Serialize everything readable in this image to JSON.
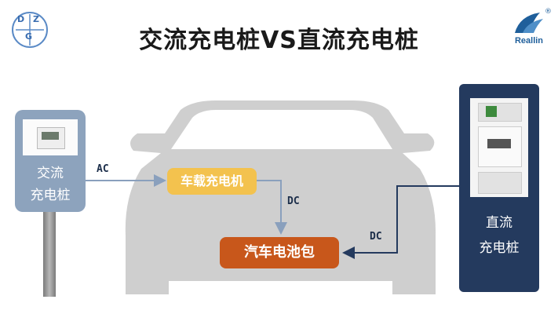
{
  "title": "交流充电桩VS直流充电桩",
  "logos": {
    "left_letters": [
      "D",
      "Z",
      "G"
    ],
    "right_brand": "Reallin",
    "right_mark": "®"
  },
  "ac_post": {
    "line1": "交流",
    "line2": "充电桩"
  },
  "dc_post": {
    "line1": "直流",
    "line2": "充电桩"
  },
  "onboard_charger": "车载充电机",
  "battery_pack": "汽车电池包",
  "labels": {
    "ac": "AC",
    "dc_mid": "DC",
    "dc_right": "DC"
  },
  "colors": {
    "ac_post": "#8da3bd",
    "dc_post": "#243a5e",
    "onboard": "#f3c24e",
    "battery": "#c8571b",
    "car": "#cfcfcf",
    "arrow": "#8aa0bd",
    "arrow_dark": "#243a5e"
  }
}
